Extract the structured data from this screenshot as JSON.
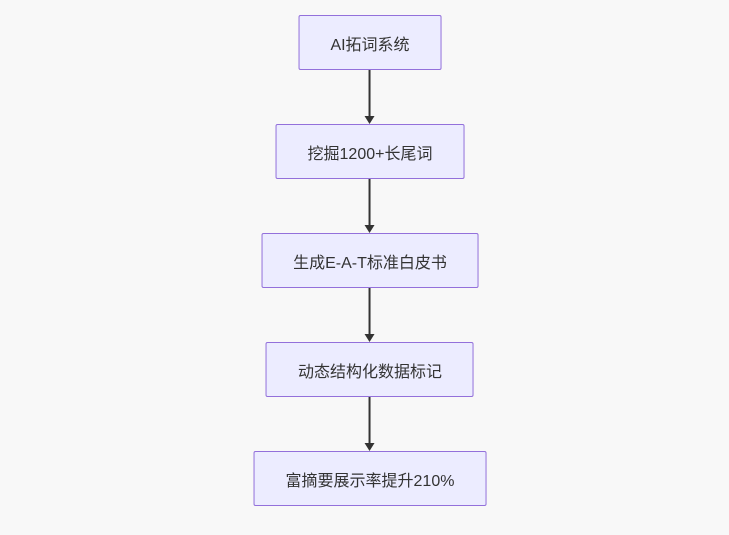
{
  "diagram": {
    "type": "flowchart",
    "direction": "top-down",
    "nodes": [
      {
        "id": "node-1",
        "label": "AI拓词系统"
      },
      {
        "id": "node-2",
        "label": "挖掘1200+长尾词"
      },
      {
        "id": "node-3",
        "label": "生成E-A-T标准白皮书"
      },
      {
        "id": "node-4",
        "label": "动态结构化数据标记"
      },
      {
        "id": "node-5",
        "label": "富摘要展示率提升210%"
      }
    ],
    "edges": [
      {
        "from": "node-1",
        "to": "node-2"
      },
      {
        "from": "node-2",
        "to": "node-3"
      },
      {
        "from": "node-3",
        "to": "node-4"
      },
      {
        "from": "node-4",
        "to": "node-5"
      }
    ],
    "colors": {
      "node_fill": "#ECECFF",
      "node_border": "#9370DB",
      "arrow": "#333333",
      "text": "#333333",
      "background": "#F8F8F8"
    }
  }
}
